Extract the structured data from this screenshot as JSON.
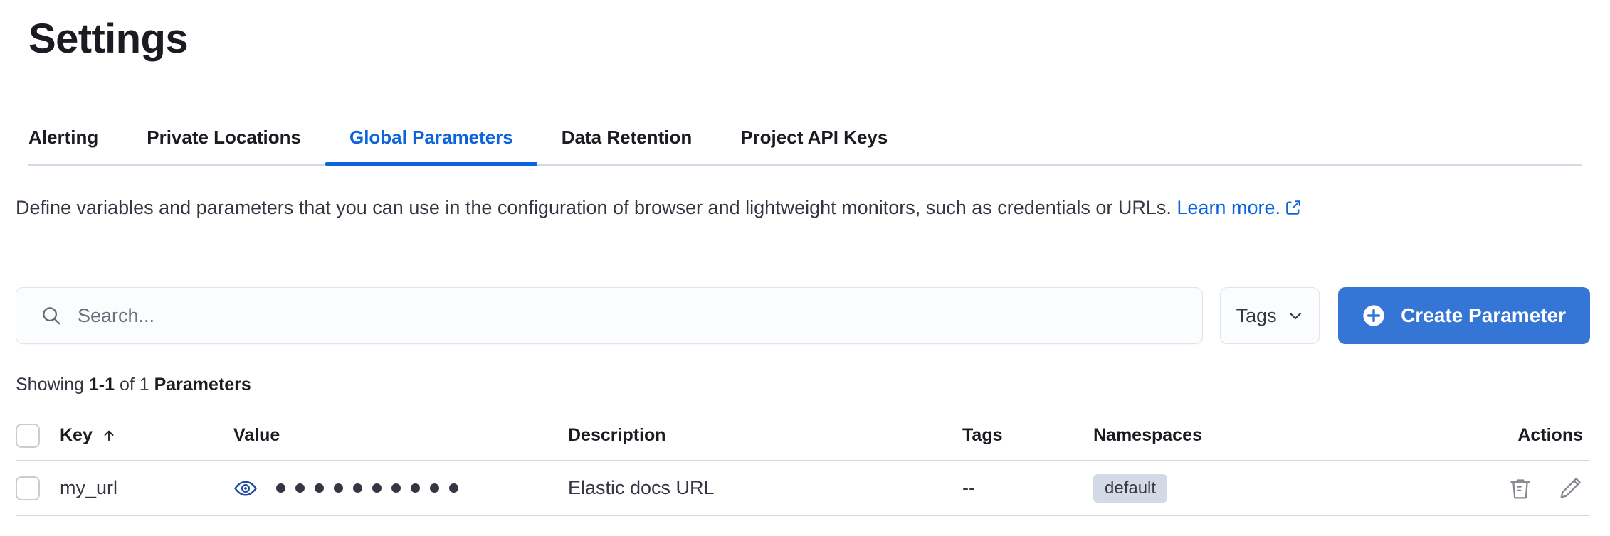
{
  "page": {
    "title": "Settings"
  },
  "tabs": [
    {
      "label": "Alerting",
      "active": false
    },
    {
      "label": "Private Locations",
      "active": false
    },
    {
      "label": "Global Parameters",
      "active": true
    },
    {
      "label": "Data Retention",
      "active": false
    },
    {
      "label": "Project API Keys",
      "active": false
    }
  ],
  "description": {
    "text": "Define variables and parameters that you can use in the configuration of browser and lightweight monitors, such as credentials or URLs.",
    "link_text": "Learn more.",
    "link_icon": "external-link-icon"
  },
  "controls": {
    "search": {
      "placeholder": "Search...",
      "value": "",
      "icon": "search-icon"
    },
    "tags_filter": {
      "label": "Tags",
      "icon": "chevron-down-icon"
    },
    "create_button": {
      "label": "Create Parameter",
      "icon": "plus-circle-icon"
    }
  },
  "results": {
    "prefix": "Showing ",
    "range": "1-1",
    "middle": " of 1 ",
    "entity": "Parameters"
  },
  "table": {
    "columns": [
      {
        "key": "key",
        "label": "Key",
        "sort": "asc",
        "sort_icon": "arrow-up-icon"
      },
      {
        "key": "value",
        "label": "Value"
      },
      {
        "key": "description",
        "label": "Description"
      },
      {
        "key": "tags",
        "label": "Tags"
      },
      {
        "key": "namespaces",
        "label": "Namespaces"
      },
      {
        "key": "actions",
        "label": "Actions"
      }
    ],
    "rows": [
      {
        "key": "my_url",
        "value_masked": "••••••••••",
        "value_dots": 10,
        "value_icon": "eye-icon",
        "description": "Elastic docs URL",
        "tags": "--",
        "namespaces": [
          "default"
        ],
        "actions": [
          "trash-icon",
          "pencil-icon"
        ]
      }
    ]
  },
  "colors": {
    "accent": "#0b64dd",
    "primary_button": "#3575d5",
    "text": "#343741",
    "heading": "#1a1c21",
    "border": "#d3dae6",
    "badge_bg": "#d3dae6",
    "eye_icon": "#1f4b99",
    "action_icon": "#83878e"
  }
}
